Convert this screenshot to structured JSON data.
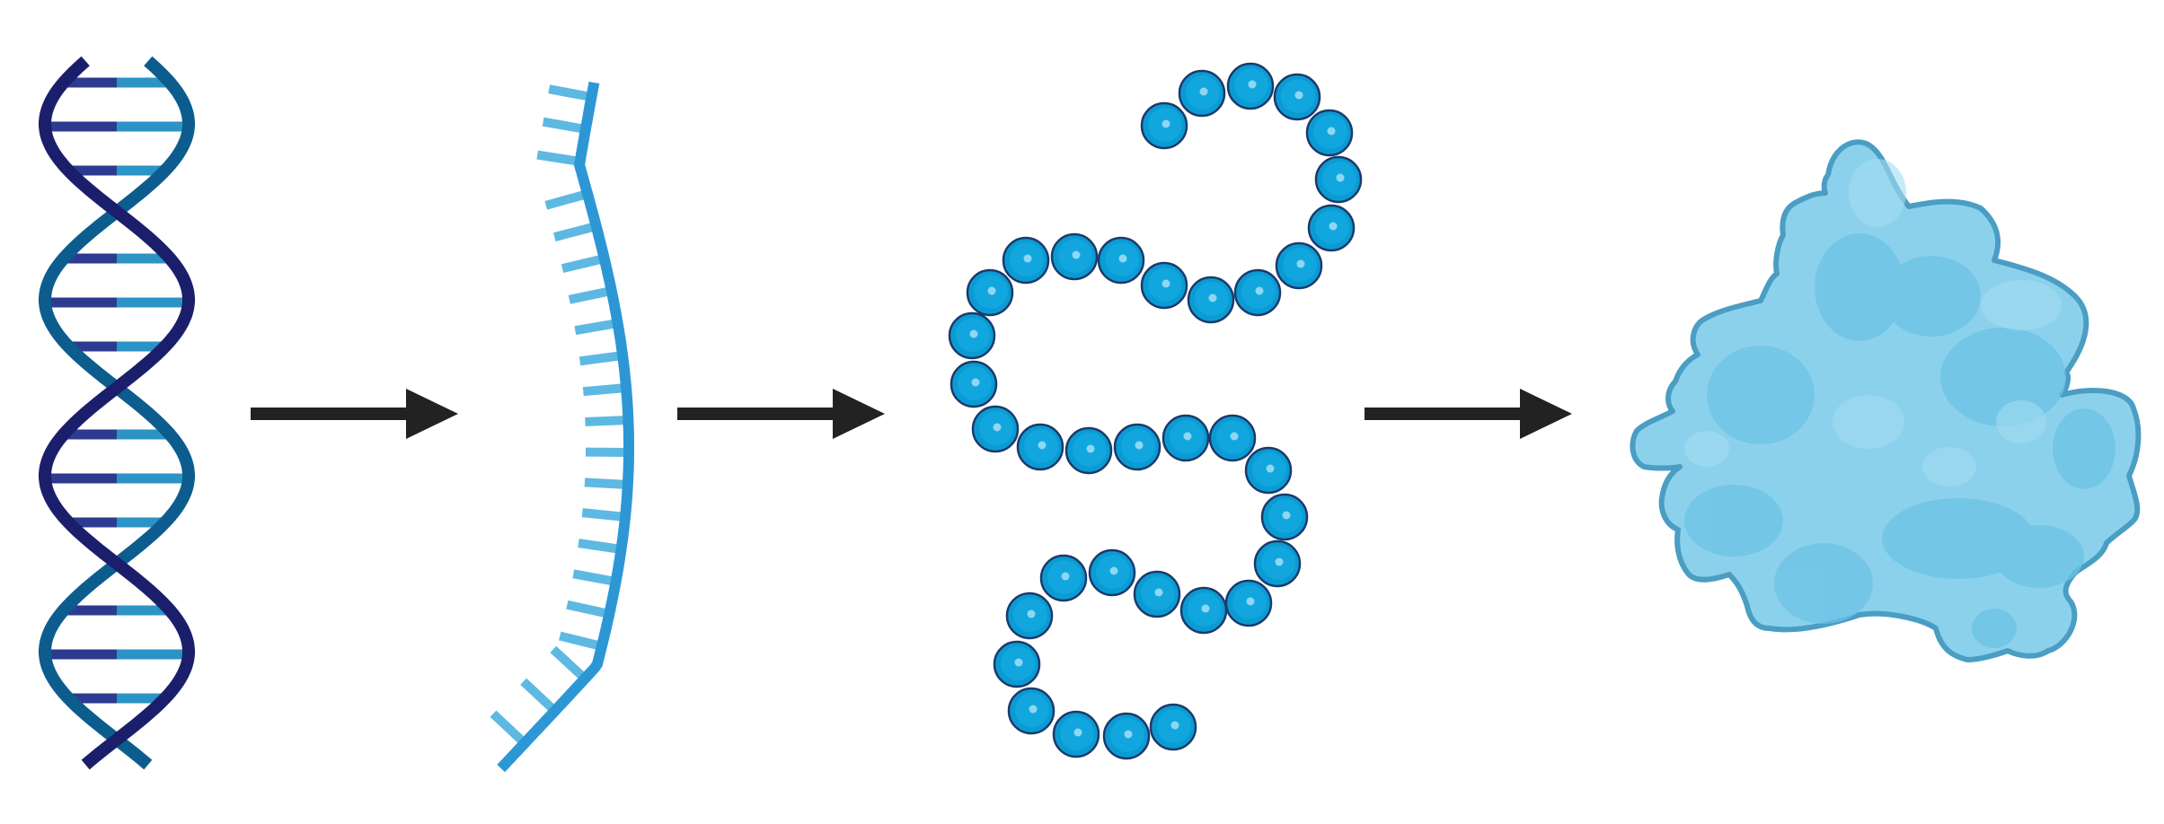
{
  "diagram": {
    "stages": [
      "dna",
      "mrna",
      "polypeptide",
      "folded-protein"
    ],
    "colors": {
      "dna_strand_dark": "#1b1f6b",
      "dna_strand_blue": "#0c5d8e",
      "dna_rung_light": "#2b93c5",
      "dna_rung_dark": "#2d3b8e",
      "mrna_strand": "#2d97d6",
      "mrna_bases": "#5db9e2",
      "bead_fill": "#0b9bd3",
      "bead_outline": "#1b3a6b",
      "bead_highlight": "#8fd6f3",
      "protein_fill": "#8cd1ec",
      "protein_outline": "#4a9ec4",
      "protein_shade": "#6cc3e6",
      "arrow": "#222222"
    },
    "icons": [
      "dna-double-helix-icon",
      "mrna-strand-icon",
      "amino-acid-chain-icon",
      "folded-protein-icon",
      "arrow-right-icon"
    ]
  }
}
